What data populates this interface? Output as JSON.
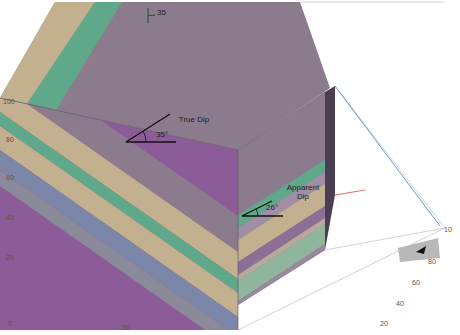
{
  "diagram": {
    "labels": [
      "35",
      "35°",
      "True Dip",
      "26°",
      "Apparent Dip",
      "100",
      "80",
      "60",
      "40",
      "20",
      "0",
      "50",
      "10",
      "80",
      "60",
      "40",
      "20"
    ]
  }
}
